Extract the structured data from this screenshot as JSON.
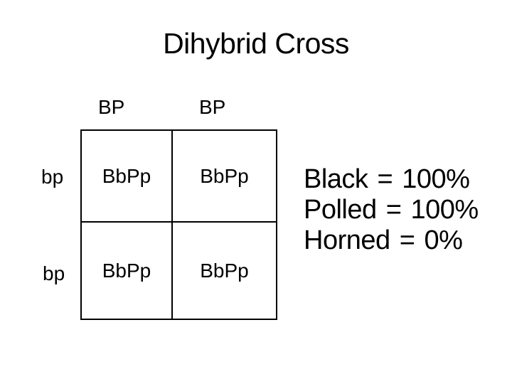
{
  "slide": {
    "title": "Dihybrid Cross"
  },
  "punnett_square": {
    "col_headers": [
      "BP",
      "BP"
    ],
    "row_headers": [
      "bp",
      "bp"
    ],
    "cells": [
      "BbPp",
      "BbPp",
      "BbPp",
      "BbPp"
    ]
  },
  "results": {
    "lines": [
      "Black = 100%",
      "Polled = 100%",
      "Horned = 0%"
    ]
  },
  "colors": {
    "background": "#ffffff",
    "text": "#000000",
    "grid_border": "#000000"
  }
}
